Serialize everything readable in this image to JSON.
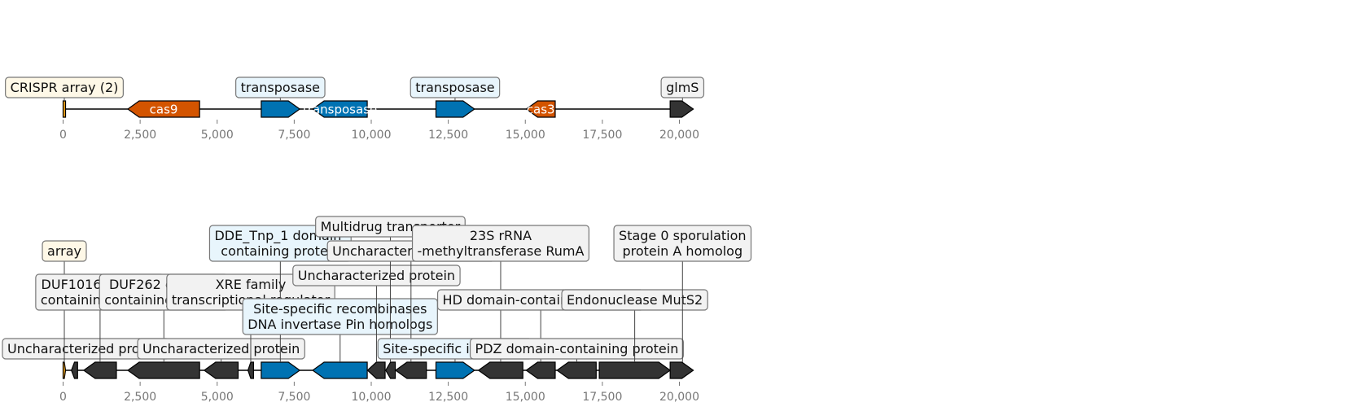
{
  "colors": {
    "cas": "#D35400",
    "transposase": "#0072B2",
    "other": "#333333",
    "crispr": "#F0A318",
    "box_crispr": "#FEF8E7",
    "box_transposase": "#E8F5FC",
    "box_other": "#F2F2F2",
    "tick": "#777777"
  },
  "tracks": [
    {
      "id": "top",
      "ticks": [
        {
          "value": 0,
          "label": "0"
        },
        {
          "value": 2500,
          "label": "2,500"
        },
        {
          "value": 5000,
          "label": "5,000"
        },
        {
          "value": 7500,
          "label": "7,500"
        },
        {
          "value": 10000,
          "label": "10,000"
        },
        {
          "value": 12500,
          "label": "12,500"
        },
        {
          "value": 15000,
          "label": "15,000"
        },
        {
          "value": 17500,
          "label": "17,500"
        },
        {
          "value": 20000,
          "label": "20,000"
        }
      ],
      "features": [
        {
          "start": 0,
          "end": 80,
          "strand": 0,
          "category": "crispr"
        },
        {
          "start": 2100,
          "end": 4430,
          "strand": -1,
          "category": "cas",
          "label": "cas9"
        },
        {
          "start": 6430,
          "end": 7680,
          "strand": 1,
          "category": "transposase"
        },
        {
          "start": 8100,
          "end": 9870,
          "strand": -1,
          "category": "transposase",
          "label": "transposase"
        },
        {
          "start": 12100,
          "end": 13350,
          "strand": 1,
          "category": "transposase"
        },
        {
          "start": 15030,
          "end": 15970,
          "strand": -1,
          "category": "cas",
          "label": "cas3"
        },
        {
          "start": 19700,
          "end": 20450,
          "strand": 1,
          "category": "other"
        }
      ],
      "callouts": [
        {
          "pos": 40,
          "level": 0,
          "kind": "crispr",
          "lines": [
            "CRISPR array (2)"
          ]
        },
        {
          "pos": 7050,
          "level": 0,
          "kind": "transposase",
          "lines": [
            "transposase"
          ]
        },
        {
          "pos": 12720,
          "level": 0,
          "kind": "transposase",
          "lines": [
            "transposase"
          ]
        },
        {
          "pos": 20100,
          "level": 0,
          "kind": "other",
          "lines": [
            "glmS"
          ]
        }
      ]
    },
    {
      "id": "bottom",
      "ticks": [
        {
          "value": 0,
          "label": "0"
        },
        {
          "value": 2500,
          "label": "2,500"
        },
        {
          "value": 5000,
          "label": "5,000"
        },
        {
          "value": 7500,
          "label": "7,500"
        },
        {
          "value": 10000,
          "label": "10,000"
        },
        {
          "value": 12500,
          "label": "12,500"
        },
        {
          "value": 15000,
          "label": "15,000"
        },
        {
          "value": 17500,
          "label": "17,500"
        },
        {
          "value": 20000,
          "label": "20,000"
        }
      ],
      "features": [
        {
          "start": 0,
          "end": 80,
          "strand": 1,
          "category": "crispr"
        },
        {
          "start": 270,
          "end": 470,
          "strand": -1,
          "category": "other"
        },
        {
          "start": 670,
          "end": 1730,
          "strand": -1,
          "category": "other"
        },
        {
          "start": 2100,
          "end": 4430,
          "strand": -1,
          "category": "other"
        },
        {
          "start": 4580,
          "end": 5680,
          "strand": -1,
          "category": "other"
        },
        {
          "start": 6000,
          "end": 6180,
          "strand": -1,
          "category": "other"
        },
        {
          "start": 6430,
          "end": 7680,
          "strand": 1,
          "category": "transposase"
        },
        {
          "start": 8100,
          "end": 9870,
          "strand": -1,
          "category": "transposase"
        },
        {
          "start": 9880,
          "end": 10450,
          "strand": -1,
          "category": "other"
        },
        {
          "start": 10470,
          "end": 10780,
          "strand": -1,
          "category": "other"
        },
        {
          "start": 10790,
          "end": 11790,
          "strand": -1,
          "category": "other"
        },
        {
          "start": 12100,
          "end": 13350,
          "strand": 1,
          "category": "transposase"
        },
        {
          "start": 13480,
          "end": 14920,
          "strand": -1,
          "category": "other"
        },
        {
          "start": 15030,
          "end": 15970,
          "strand": -1,
          "category": "other"
        },
        {
          "start": 16030,
          "end": 17300,
          "strand": -1,
          "category": "other"
        },
        {
          "start": 17400,
          "end": 19700,
          "strand": 1,
          "category": "other"
        },
        {
          "start": 19700,
          "end": 20450,
          "strand": 1,
          "category": "other"
        }
      ],
      "callouts": [
        {
          "pos": 40,
          "level": 0,
          "kind": "other",
          "lines": [
            "Uncharacterized protein"
          ]
        },
        {
          "pos": 40,
          "level": 4,
          "kind": "crispr",
          "lines": [
            "array"
          ]
        },
        {
          "pos": 1200,
          "level": 2,
          "kind": "other",
          "lines": [
            "DUF1016 domain-",
            "containing protein"
          ]
        },
        {
          "pos": 3270,
          "level": 2,
          "kind": "other",
          "lines": [
            "DUF262 domain-",
            "containing protein"
          ]
        },
        {
          "pos": 5130,
          "level": 0,
          "kind": "other",
          "lines": [
            "Uncharacterized protein"
          ]
        },
        {
          "pos": 6090,
          "level": 2,
          "kind": "other",
          "lines": [
            "XRE family",
            "transcriptional regulator"
          ]
        },
        {
          "pos": 7050,
          "level": 4,
          "kind": "transposase",
          "lines": [
            "DDE_Tnp_1 domain-",
            "containing protein"
          ]
        },
        {
          "pos": 8990,
          "level": 1,
          "kind": "transposase",
          "lines": [
            "Site-specific recombinases",
            "DNA invertase Pin homologs"
          ]
        },
        {
          "pos": 10170,
          "level": 3,
          "kind": "other",
          "lines": [
            "Uncharacterized protein"
          ]
        },
        {
          "pos": 10620,
          "level": 5,
          "kind": "other",
          "lines": [
            "Multidrug transporter"
          ]
        },
        {
          "pos": 11290,
          "level": 4,
          "kind": "other",
          "lines": [
            "Uncharacterized protein"
          ]
        },
        {
          "pos": 12720,
          "level": 0,
          "kind": "transposase",
          "lines": [
            "Site-specific integrase"
          ]
        },
        {
          "pos": 14200,
          "level": 4,
          "kind": "other",
          "lines": [
            "23S rRNA",
            "-methyltransferase RumA"
          ]
        },
        {
          "pos": 15500,
          "level": 2,
          "kind": "other",
          "lines": [
            "HD domain-containing protein"
          ]
        },
        {
          "pos": 16670,
          "level": 0,
          "kind": "other",
          "lines": [
            "PDZ domain-containing protein"
          ]
        },
        {
          "pos": 18550,
          "level": 2,
          "kind": "other",
          "lines": [
            "Endonuclease MutS2"
          ]
        },
        {
          "pos": 20100,
          "level": 4,
          "kind": "other",
          "lines": [
            "Stage 0 sporulation",
            "protein A homolog"
          ]
        }
      ]
    }
  ]
}
